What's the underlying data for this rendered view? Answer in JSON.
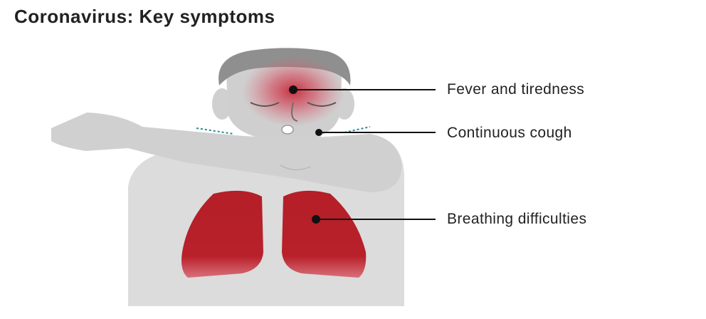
{
  "title": "Coronavirus: Key symptoms",
  "symptoms": [
    {
      "label": "Fever and tiredness"
    },
    {
      "label": "Continuous cough"
    },
    {
      "label": "Breathing difficulties"
    }
  ],
  "colors": {
    "body": "#dcdcdc",
    "arm": "#cfcfcf",
    "hair": "#8f8f8f",
    "lungs": "#b8202a",
    "fever_glow": "#c8283a",
    "cough_lines": "#2a8a9a",
    "leader_line": "#111111",
    "text": "#222222"
  }
}
